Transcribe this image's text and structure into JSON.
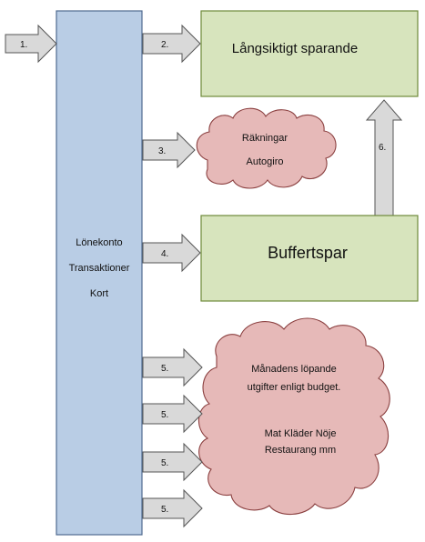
{
  "main_account": {
    "lines": [
      "Lönekonto",
      "Transaktioner",
      "Kort"
    ]
  },
  "arrows": {
    "a1": "1.",
    "a2": "2.",
    "a3": "3.",
    "a4": "4.",
    "a5a": "5.",
    "a5b": "5.",
    "a5c": "5.",
    "a5d": "5.",
    "a6": "6."
  },
  "long_term_savings": {
    "label": "Långsiktigt sparande"
  },
  "buffer_savings": {
    "label": "Buffertspar"
  },
  "bills_cloud": {
    "lines": [
      "Räkningar",
      "Autogiro"
    ]
  },
  "monthly_cloud": {
    "lines": [
      "Månadens löpande",
      "utgifter enligt budget.",
      "Mat Kläder Nöje",
      "Restaurang mm"
    ]
  },
  "colors": {
    "account_fill": "#b9cde5",
    "account_stroke": "#4f6b8f",
    "savings_fill": "#d7e4bd",
    "savings_stroke": "#6f8a3a",
    "cloud_fill": "#e6b9b8",
    "cloud_stroke": "#8b4040",
    "arrow_fill": "#d9d9d9",
    "arrow_stroke": "#555555"
  }
}
